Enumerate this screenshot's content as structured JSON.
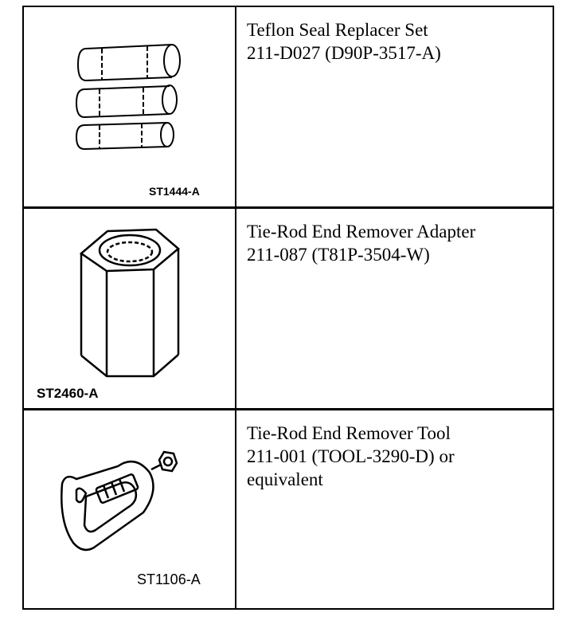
{
  "tools": [
    {
      "name": "Teflon Seal Replacer Set",
      "number": "211-D027 (D90P-3517-A)",
      "figure_id": "ST1444-A",
      "icon": "teflon-seal-replacer-set-illustration"
    },
    {
      "name": "Tie-Rod End Remover Adapter",
      "number": "211-087 (T81P-3504-W)",
      "figure_id": "ST2460-A",
      "icon": "tie-rod-end-remover-adapter-illustration"
    },
    {
      "name": "Tie-Rod End Remover Tool",
      "number": "211-001 (TOOL-3290-D) or",
      "extra": "equivalent",
      "figure_id": "ST1106-A",
      "icon": "tie-rod-end-remover-tool-illustration"
    }
  ]
}
